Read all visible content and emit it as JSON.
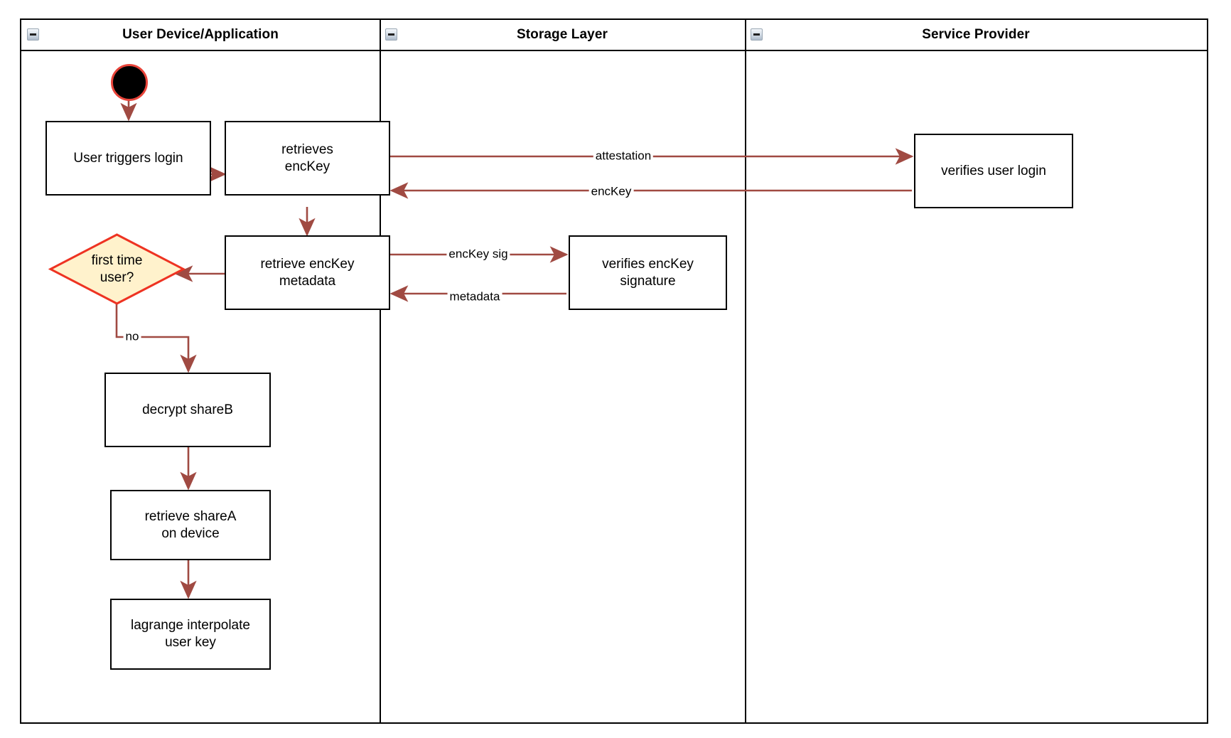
{
  "diagram": {
    "type": "swimlane-activity-diagram",
    "accent_edge_color": "#a04a42",
    "node_border_color": "#000000",
    "decision_fill_color": "#fff2cc",
    "decision_border_color": "#ee3322",
    "start_node_fill": "#000000",
    "start_node_ring": "#e8443a"
  },
  "lanes": [
    {
      "id": "user-device",
      "title": "User Device/Application",
      "collapse_icon": "minus-box-icon"
    },
    {
      "id": "storage-layer",
      "title": "Storage Layer",
      "collapse_icon": "minus-box-icon"
    },
    {
      "id": "service-provider",
      "title": "Service Provider",
      "collapse_icon": "minus-box-icon"
    }
  ],
  "nodes": [
    {
      "id": "start",
      "kind": "start",
      "label": ""
    },
    {
      "id": "user-triggers-login",
      "kind": "process",
      "label": "User triggers login",
      "lane": "user-device"
    },
    {
      "id": "retrieves-enckey",
      "kind": "process",
      "label": "retrieves\nencKey",
      "lane": "user-device"
    },
    {
      "id": "retrieve-enckey-metadata",
      "kind": "process",
      "label": "retrieve encKey\nmetadata",
      "lane": "user-device"
    },
    {
      "id": "first-time-user",
      "kind": "decision",
      "label": "first time\nuser?",
      "lane": "user-device"
    },
    {
      "id": "decrypt-shareb",
      "kind": "process",
      "label": "decrypt shareB",
      "lane": "user-device"
    },
    {
      "id": "retrieve-sharea-on-device",
      "kind": "process",
      "label": "retrieve shareA\non device",
      "lane": "user-device"
    },
    {
      "id": "lagrange-interpolate-user-key",
      "kind": "process",
      "label": "lagrange interpolate\nuser key",
      "lane": "user-device"
    },
    {
      "id": "verifies-enckey-signature",
      "kind": "process",
      "label": "verifies encKey\nsignature",
      "lane": "storage-layer"
    },
    {
      "id": "verifies-user-login",
      "kind": "process",
      "label": "verifies user login",
      "lane": "service-provider"
    }
  ],
  "edges": [
    {
      "id": "e-start-login",
      "from": "start",
      "to": "user-triggers-login",
      "label": ""
    },
    {
      "id": "e-login-retrieves",
      "from": "user-triggers-login",
      "to": "retrieves-enckey",
      "label": ""
    },
    {
      "id": "e-attestation",
      "from": "retrieves-enckey",
      "to": "verifies-user-login",
      "label": "attestation"
    },
    {
      "id": "e-enckey-back",
      "from": "verifies-user-login",
      "to": "retrieves-enckey",
      "label": "encKey"
    },
    {
      "id": "e-retrieves-metadata",
      "from": "retrieves-enckey",
      "to": "retrieve-enckey-metadata",
      "label": ""
    },
    {
      "id": "e-enckey-sig",
      "from": "retrieve-enckey-metadata",
      "to": "verifies-enckey-signature",
      "label": "encKey sig"
    },
    {
      "id": "e-metadata-back",
      "from": "verifies-enckey-signature",
      "to": "retrieve-enckey-metadata",
      "label": "metadata"
    },
    {
      "id": "e-metadata-decision",
      "from": "retrieve-enckey-metadata",
      "to": "first-time-user",
      "label": ""
    },
    {
      "id": "e-no",
      "from": "first-time-user",
      "to": "decrypt-shareb",
      "label": "no"
    },
    {
      "id": "e-shareb-sharea",
      "from": "decrypt-shareb",
      "to": "retrieve-sharea-on-device",
      "label": ""
    },
    {
      "id": "e-sharea-lagrange",
      "from": "retrieve-sharea-on-device",
      "to": "lagrange-interpolate-user-key",
      "label": ""
    }
  ]
}
